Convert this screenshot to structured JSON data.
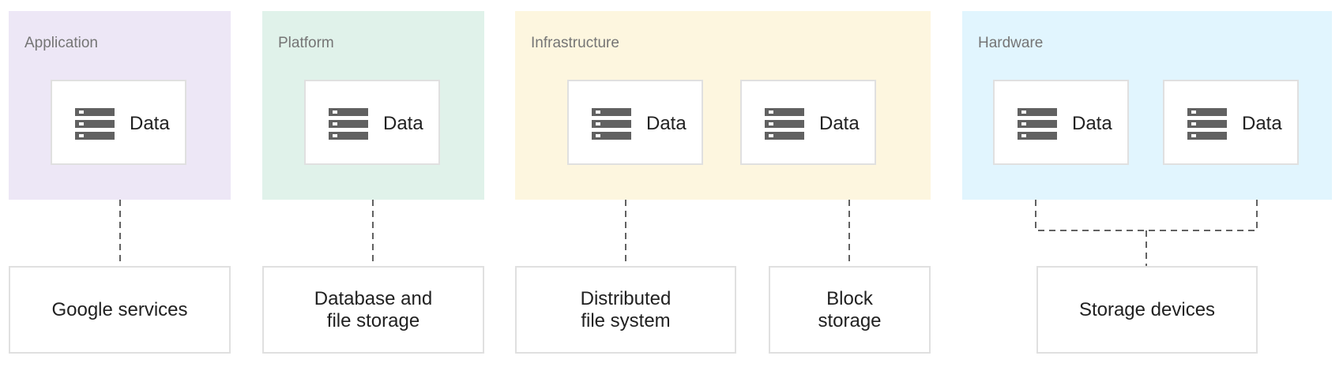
{
  "colors": {
    "application": "#ede7f6",
    "platform": "#e0f2ea",
    "infrastructure": "#fdf6df",
    "hardware": "#e1f5fe",
    "icon": "#616161",
    "connector": "#616161",
    "border": "#e0e0e0"
  },
  "icon": "database-icon",
  "layers": {
    "application": {
      "title": "Application",
      "cards": [
        "Data"
      ]
    },
    "platform": {
      "title": "Platform",
      "cards": [
        "Data"
      ]
    },
    "infrastructure": {
      "title": "Infrastructure",
      "cards": [
        "Data",
        "Data"
      ]
    },
    "hardware": {
      "title": "Hardware",
      "cards": [
        "Data",
        "Data"
      ]
    }
  },
  "storage": {
    "google_services": "Google services",
    "database_file_storage": "Database and\nfile storage",
    "distributed_file_system": "Distributed\nfile system",
    "block_storage": "Block\nstorage",
    "storage_devices": "Storage devices"
  }
}
